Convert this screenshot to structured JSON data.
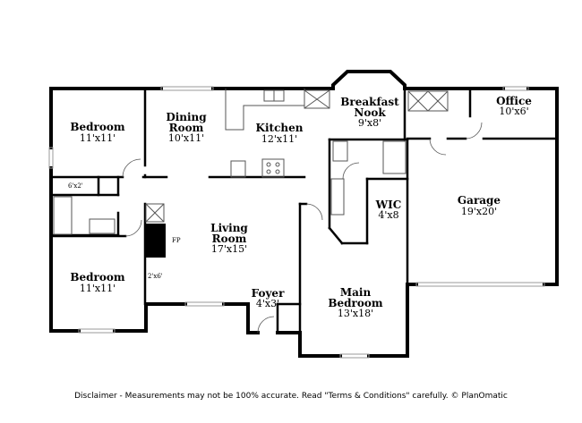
{
  "rooms": {
    "bedroom_top": {
      "name": "Bedroom",
      "dim": "11'x11'"
    },
    "dining": {
      "name_line1": "Dining",
      "name_line2": "Room",
      "dim": "10'x11'"
    },
    "kitchen": {
      "name": "Kitchen",
      "dim": "12'x11'"
    },
    "nook": {
      "name_line1": "Breakfast",
      "name_line2": "Nook",
      "dim": "9'x8'"
    },
    "office": {
      "name": "Office",
      "dim": "10'x6'"
    },
    "garage": {
      "name": "Garage",
      "dim": "19'x20'"
    },
    "wic": {
      "name": "WIC",
      "dim": "4'x8"
    },
    "living": {
      "name_line1": "Living",
      "name_line2": "Room",
      "dim": "17'x15'"
    },
    "bedroom_bottom": {
      "name": "Bedroom",
      "dim": "11'x11'"
    },
    "foyer": {
      "name": "Foyer",
      "dim": "4'x3'"
    },
    "main_bedroom": {
      "name_line1": "Main",
      "name_line2": "Bedroom",
      "dim": "13'x18'"
    }
  },
  "closets": {
    "top": "6'x2'",
    "bottom": "2'x6'"
  },
  "fireplace_label": "FP",
  "disclaimer": "Disclaimer - Measurements may not be 100% accurate. Read \"Terms & Conditions\" carefully. © PlanOmatic",
  "colors": {
    "wall": "#000000",
    "fixture": "#555555",
    "window": "#9a9a9a",
    "background": "#ffffff"
  }
}
